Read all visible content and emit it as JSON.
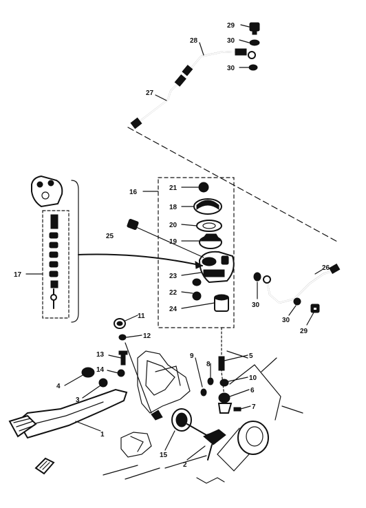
{
  "diagram": {
    "callouts": {
      "c1": "1",
      "c2": "2",
      "c3": "3",
      "c4": "4",
      "c5": "5",
      "c6": "6",
      "c7": "7",
      "c8": "8",
      "c9": "9",
      "c10": "10",
      "c11": "11",
      "c12": "12",
      "c13": "13",
      "c14": "14",
      "c15": "15",
      "c16": "16",
      "c17": "17",
      "c18": "18",
      "c19": "19",
      "c20": "20",
      "c21": "21",
      "c22": "22",
      "c23": "23",
      "c24": "24",
      "c25": "25",
      "c26": "26",
      "c27": "27",
      "c28": "28",
      "c29a": "29",
      "c29b": "29",
      "c30a": "30",
      "c30b": "30",
      "c30c": "30",
      "c30d": "30"
    }
  }
}
